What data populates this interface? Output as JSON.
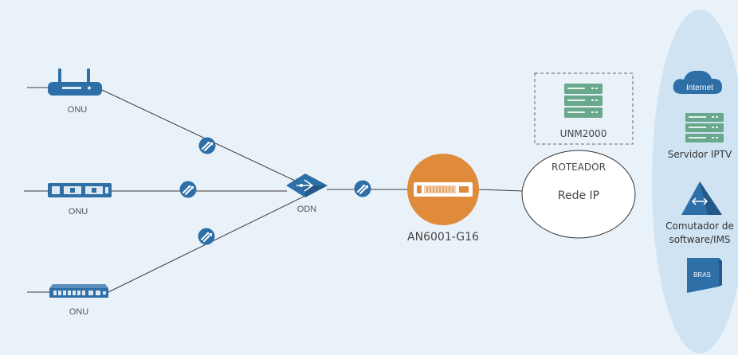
{
  "onus": [
    {
      "label": "ONU",
      "device": "wireless-router"
    },
    {
      "label": "ONU",
      "device": "rack-unit"
    },
    {
      "label": "ONU",
      "device": "switch-unit"
    }
  ],
  "odn": {
    "label": "ODN"
  },
  "olt": {
    "label": "AN6001-G16"
  },
  "nms": {
    "label": "UNM2000"
  },
  "router": {
    "label": "ROTEADOR"
  },
  "ip_network": {
    "label": "Rede IP"
  },
  "services": {
    "internet": "Internet",
    "iptv_line1": "Servidor IPTV",
    "softswitch_line1": "Comutador de",
    "softswitch_line2": "software/IMS",
    "bras": "BRAS"
  },
  "colors": {
    "background": "#eaf2f9",
    "device_blue": "#2e6fa8",
    "olt_orange": "#e08a3c",
    "server_green": "#6aa88e",
    "ellipse_fill": "#cfe3f2"
  }
}
